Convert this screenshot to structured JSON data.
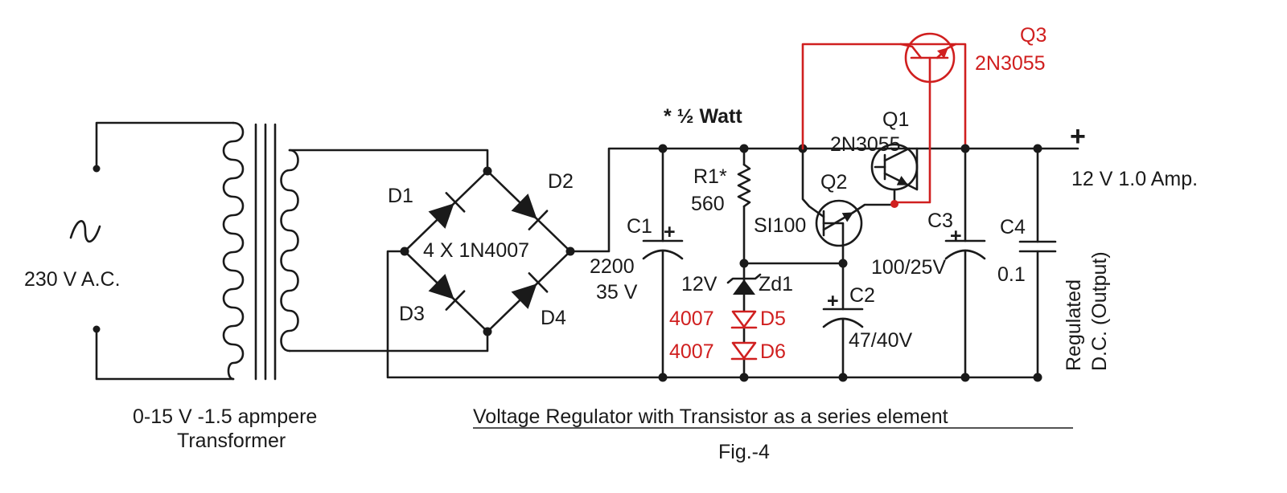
{
  "colors": {
    "ink": "#1a1a1a",
    "accent": "#d01f1f",
    "background": "#ffffff"
  },
  "icons": [
    "ac-source-icon",
    "transformer-icon",
    "diode-icon",
    "zener-icon",
    "capacitor-icon",
    "resistor-icon",
    "npn-transistor-icon"
  ],
  "labels": {
    "ac_symbol": "~",
    "ac_input": "230 V A.C.",
    "transformer_line1": "0-15 V -1.5 apmpere",
    "transformer_line2": "Transformer",
    "d1": "D1",
    "d2": "D2",
    "d3": "D3",
    "d4": "D4",
    "bridge": "4 X 1N4007",
    "c1": "C1",
    "c1_value_line1": "2200",
    "c1_value_line2": "35 V",
    "half_watt": "* ½ Watt",
    "r1": "R1*",
    "r1_value": "560",
    "zener_voltage": "12V",
    "zd1": "Zd1",
    "d5_part": "4007",
    "d5": "D5",
    "d6_part": "4007",
    "d6": "D6",
    "q2": "Q2",
    "q2_part": "SI100",
    "c2": "C2",
    "c2_value": "47/40V",
    "q1": "Q1",
    "q1_part": "2N3055",
    "q3": "Q3",
    "q3_part": "2N3055",
    "c3": "C3",
    "c3_value": "100/25V",
    "c4": "C4",
    "c4_value": "0.1",
    "plus_terminal": "+",
    "output_rating": "12 V 1.0 Amp.",
    "output_line1": "Regulated",
    "output_line2": "D.C. (Output)",
    "caption": "Voltage Regulator with Transistor as a series element",
    "figure": "Fig.-4"
  }
}
